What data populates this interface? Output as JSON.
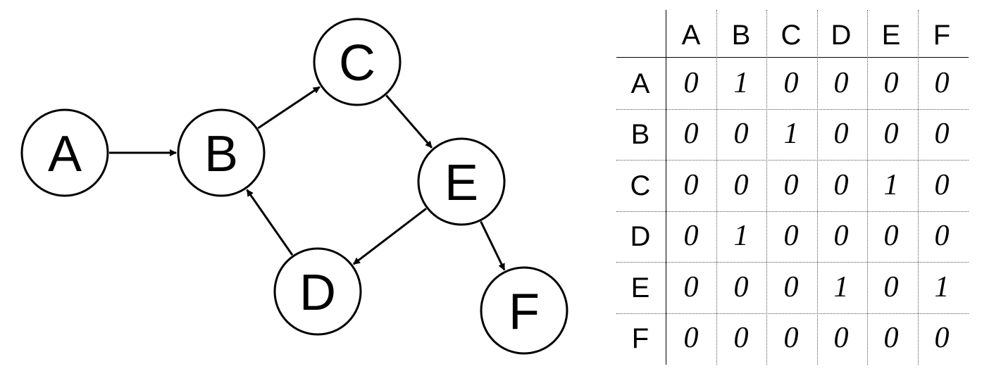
{
  "graph": {
    "nodes": [
      {
        "id": "A",
        "label": "A"
      },
      {
        "id": "B",
        "label": "B"
      },
      {
        "id": "C",
        "label": "C"
      },
      {
        "id": "D",
        "label": "D"
      },
      {
        "id": "E",
        "label": "E"
      },
      {
        "id": "F",
        "label": "F"
      }
    ],
    "edges": [
      {
        "from": "A",
        "to": "B"
      },
      {
        "from": "B",
        "to": "C"
      },
      {
        "from": "C",
        "to": "E"
      },
      {
        "from": "E",
        "to": "D"
      },
      {
        "from": "E",
        "to": "F"
      },
      {
        "from": "D",
        "to": "B"
      }
    ]
  },
  "matrix": {
    "columns": [
      "A",
      "B",
      "C",
      "D",
      "E",
      "F"
    ],
    "rows": [
      {
        "label": "A",
        "values": [
          "0",
          "1",
          "0",
          "0",
          "0",
          "0"
        ]
      },
      {
        "label": "B",
        "values": [
          "0",
          "0",
          "1",
          "0",
          "0",
          "0"
        ]
      },
      {
        "label": "C",
        "values": [
          "0",
          "0",
          "0",
          "0",
          "1",
          "0"
        ]
      },
      {
        "label": "D",
        "values": [
          "0",
          "1",
          "0",
          "0",
          "0",
          "0"
        ]
      },
      {
        "label": "E",
        "values": [
          "0",
          "0",
          "0",
          "1",
          "0",
          "1"
        ]
      },
      {
        "label": "F",
        "values": [
          "0",
          "0",
          "0",
          "0",
          "0",
          "0"
        ]
      }
    ]
  },
  "colors": {
    "ink": "#000000",
    "background": "#ffffff"
  }
}
